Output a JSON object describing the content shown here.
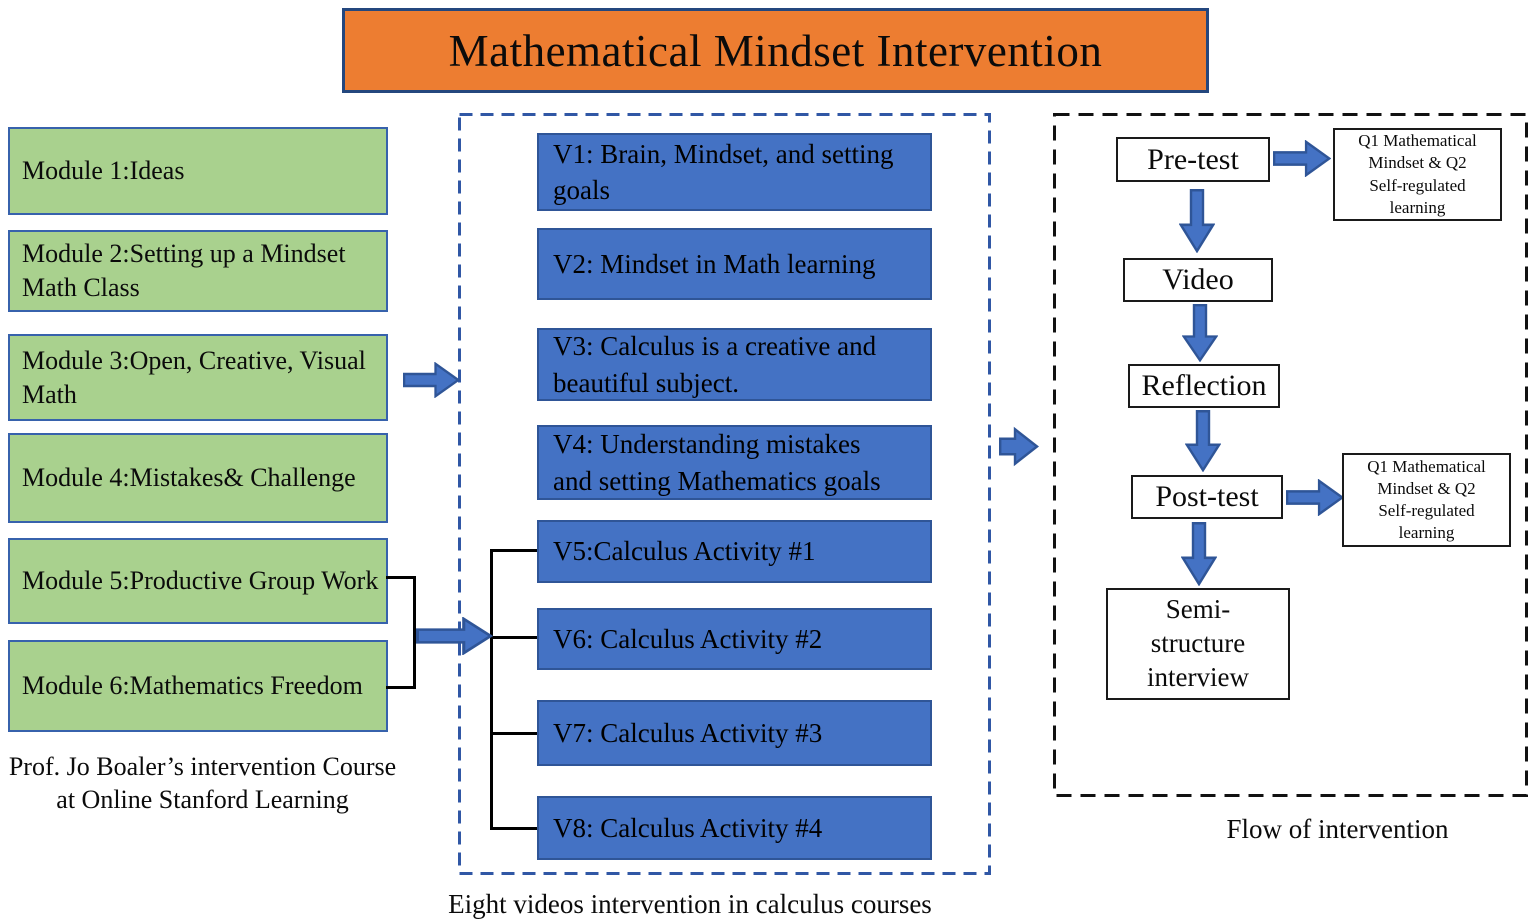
{
  "title": "Mathematical Mindset Intervention",
  "left_column": {
    "modules": [
      "Module 1:Ideas",
      "Module 2:Setting up a Mindset\nMath Class",
      "Module 3:Open, Creative, Visual\nMath",
      "Module 4:Mistakes& Challenge",
      "Module 5:Productive Group Work",
      "Module 6:Mathematics Freedom"
    ],
    "caption": "Prof. Jo Boaler’s intervention Course\nat  Online Stanford Learning"
  },
  "middle_column": {
    "videos": [
      "V1: Brain, Mindset, and setting\ngoals",
      "V2: Mindset in Math learning",
      "V3: Calculus is a creative and\nbeautiful subject.",
      "V4: Understanding mistakes\nand setting Mathematics goals",
      "V5:Calculus Activity #1",
      "V6: Calculus Activity #2",
      "V7: Calculus Activity #3",
      "V8: Calculus Activity #4"
    ],
    "caption": "Eight videos intervention in calculus courses"
  },
  "right_column": {
    "steps": [
      "Pre-test",
      "Video",
      "Reflection",
      "Post-test"
    ],
    "interview": "Semi-\nstructure\ninterview",
    "questionnaire": "Q1 Mathematical\nMindset & Q2\nSelf-regulated\nlearning",
    "caption": "Flow of intervention"
  },
  "colors": {
    "orange": "#ED7D31",
    "green": "#A9D18E",
    "blue": "#4472C4",
    "dark_blue": "#2F5597",
    "title_border": "#24477E"
  }
}
